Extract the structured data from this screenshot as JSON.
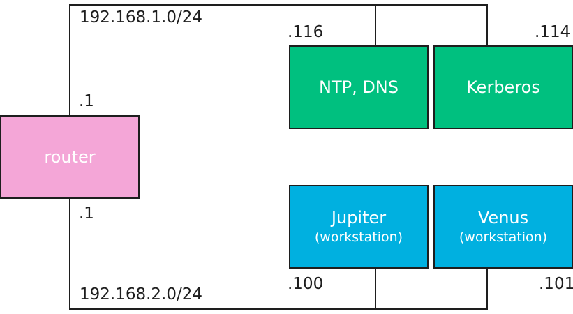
{
  "colors": {
    "router": "#f4a6d7",
    "server": "#00c07f",
    "workstation": "#00b0e0",
    "line": "#1e1e1e"
  },
  "networks": {
    "top": "192.168.1.0/24",
    "bottom": "192.168.2.0/24"
  },
  "router": {
    "label": "router",
    "addr_top": ".1",
    "addr_bottom": ".1"
  },
  "nodes": {
    "ntp_dns": {
      "label": "NTP, DNS",
      "addr": ".116"
    },
    "kerberos": {
      "label": "Kerberos",
      "addr": ".114"
    },
    "jupiter": {
      "label": "Jupiter",
      "sublabel": "(workstation)",
      "addr": ".100"
    },
    "venus": {
      "label": "Venus",
      "sublabel": "(workstation)",
      "addr": ".101"
    }
  }
}
